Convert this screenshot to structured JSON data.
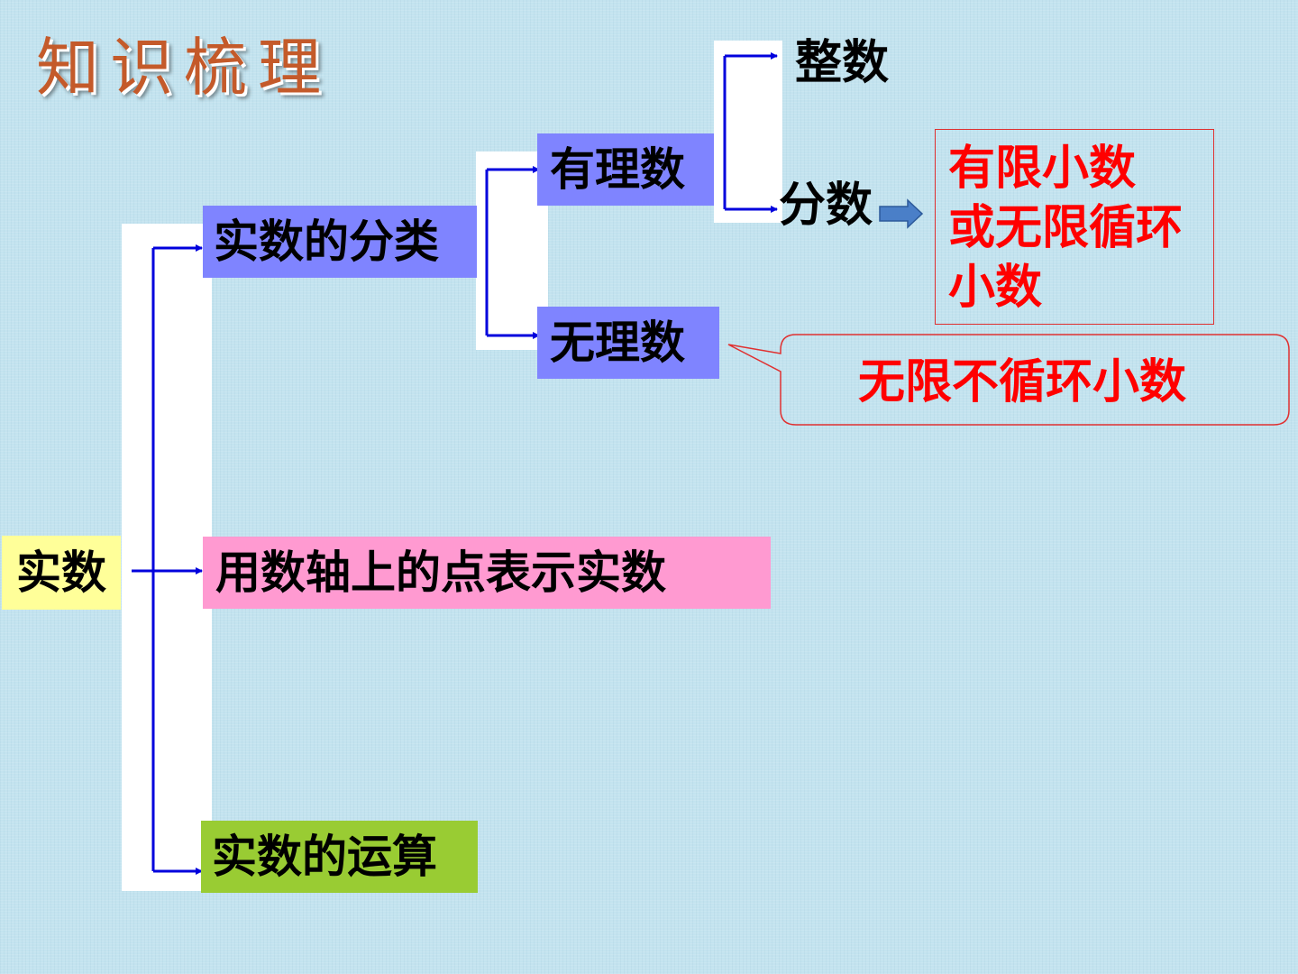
{
  "title": "知识梳理",
  "root": "实数",
  "branches": {
    "classification": "实数的分类",
    "number_line": "用数轴上的点表示实数",
    "operations": "实数的运算"
  },
  "classification": {
    "rational": "有理数",
    "irrational": "无理数"
  },
  "rational": {
    "integer": "整数",
    "fraction": "分数"
  },
  "fraction_note": {
    "line1": "有限小数",
    "line2": "或无限循环",
    "line3": "小数"
  },
  "irrational_note": "无限不循环小数",
  "colors": {
    "connector": "#0000dd",
    "rational_box": "#7f84ff",
    "root_box": "#ffff99",
    "number_line_box": "#ff9ad1",
    "operations_box": "#99cc33",
    "note_text": "#ff0000",
    "title": "#c45a2a"
  }
}
